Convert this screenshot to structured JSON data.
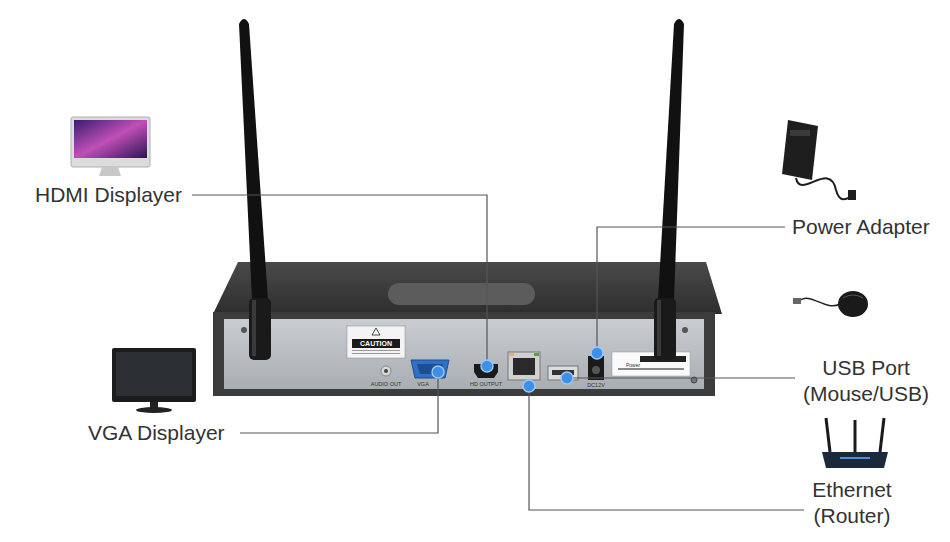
{
  "diagram": {
    "labels": [
      "HDMI Displayer",
      "Power Adapter",
      "USB Port (Mouse/USB)",
      "VGA Displayer",
      "Ethernet (Router)",
      "CAUTION",
      "AUDIO OUT",
      "VGA",
      "HD OUTPUT",
      "DC12V",
      "Power"
    ]
  }
}
